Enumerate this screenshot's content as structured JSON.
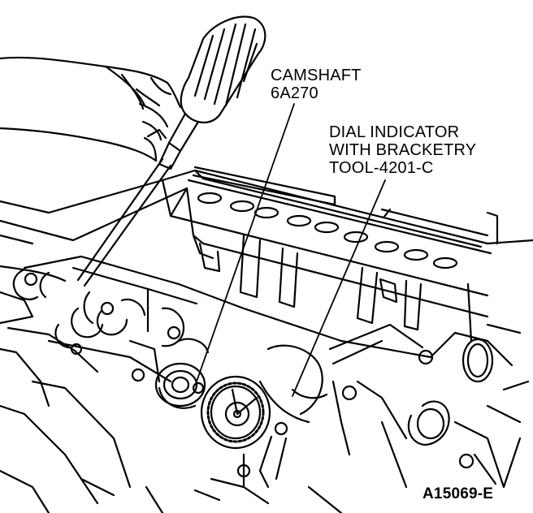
{
  "labels": {
    "camshaft": {
      "line1": "CAMSHAFT",
      "line2": "6A270"
    },
    "dial_indicator": {
      "line1": "DIAL INDICATOR",
      "line2": "WITH BRACKETRY",
      "line3": "TOOL-4201-C"
    },
    "figure_ref": "A15069-E"
  },
  "colors": {
    "ink": "#000000",
    "paper": "#ffffff"
  }
}
